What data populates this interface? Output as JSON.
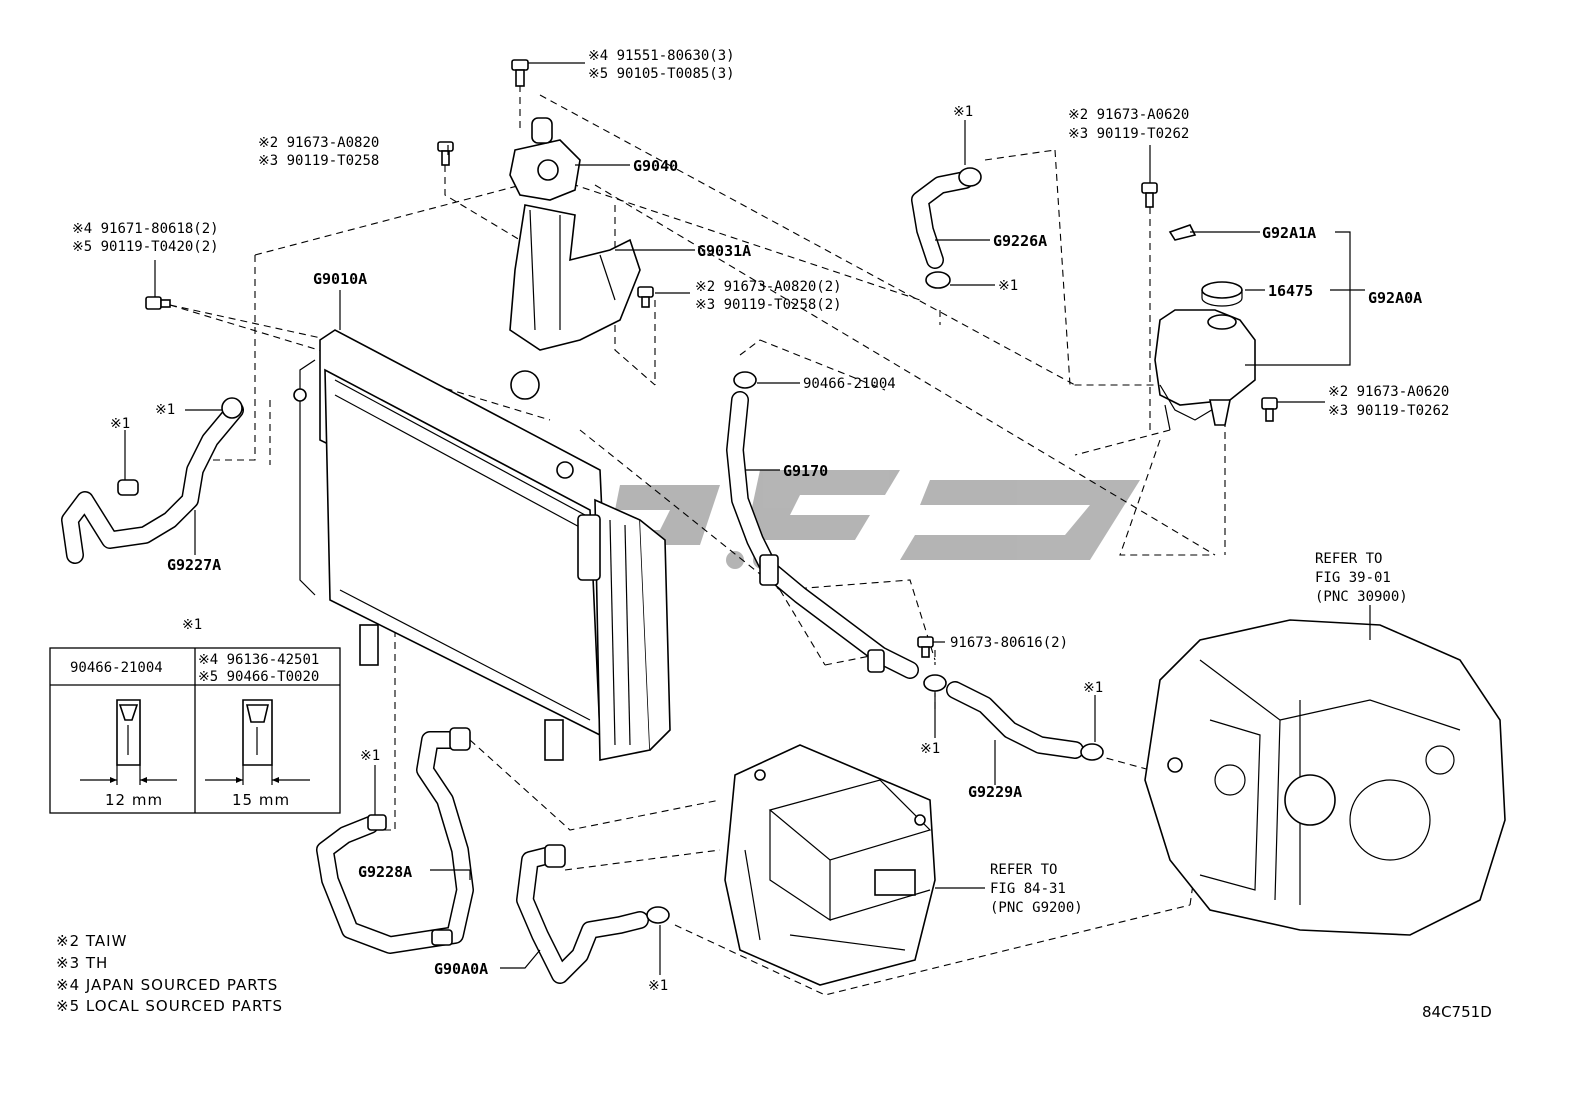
{
  "callouts": {
    "g9040": "G9040",
    "g9031a": "G9031A",
    "g9010a": "G9010A",
    "g9227a": "G9227A",
    "g9226a": "G9226A",
    "g92a1a": "G92A1A",
    "p16475": "16475",
    "g92a0a": "G92A0A",
    "g9170": "G9170",
    "g9229a": "G9229A",
    "g9228a": "G9228A",
    "g90a0a": "G90A0A"
  },
  "part_numbers": {
    "top_bolt_4": "※4 91551-80630(3)",
    "top_bolt_5": "※5 90105-T0085(3)",
    "g9040_bolt_2": "※2 91673-A0820",
    "g9040_bolt_3": "※3 90119-T0258",
    "left_bolt_4": "※4 91671-80618(2)",
    "left_bolt_5": "※5 90119-T0420(2)",
    "bracket_bolt_2": "※2 91673-A0820(2)",
    "bracket_bolt_3": "※3 90119-T0258(2)",
    "tank_bolt_top_2": "※2 91673-A0620",
    "tank_bolt_top_3": "※3 90119-T0262",
    "tank_bolt_side_2": "※2 91673-A0620",
    "tank_bolt_side_3": "※3 90119-T0262",
    "clamp_90466": "90466-21004",
    "bolt_91673_80616": "91673-80616(2)"
  },
  "clamp_mark": "※1",
  "refer_boxes": [
    {
      "line1": "REFER TO",
      "line2": "FIG 39-01",
      "line3": "(PNC 30900)"
    },
    {
      "line1": "REFER TO",
      "line2": "FIG 84-31",
      "line3": "(PNC G9200)"
    }
  ],
  "inset": {
    "title": "※1",
    "col1_header": "90466-21004",
    "col2_header_1": "※4 96136-42501",
    "col2_header_2": "※5 90466-T0020",
    "col1_dim": "12 mm",
    "col2_dim": "15 mm"
  },
  "notes": [
    "※2 TAIW",
    "※3 TH",
    "※4 JAPAN SOURCED PARTS",
    "※5 LOCAL SOURCED PARTS"
  ],
  "figure_code": "84C751D"
}
